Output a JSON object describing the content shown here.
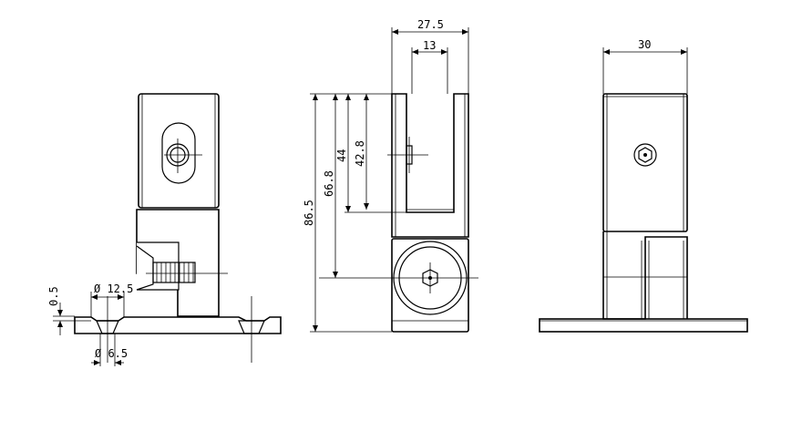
{
  "dimensions": {
    "front_width_27_5": "27.5",
    "front_slot_13": "13",
    "front_height_86_5": "86.5",
    "front_height_66_8": "66.8",
    "front_height_44": "44",
    "front_height_42_8": "42.8",
    "side_width_30": "30",
    "section_counterbore": "Ø 12.5",
    "section_hole": "Ø 6.5",
    "section_offset": "0.5"
  }
}
